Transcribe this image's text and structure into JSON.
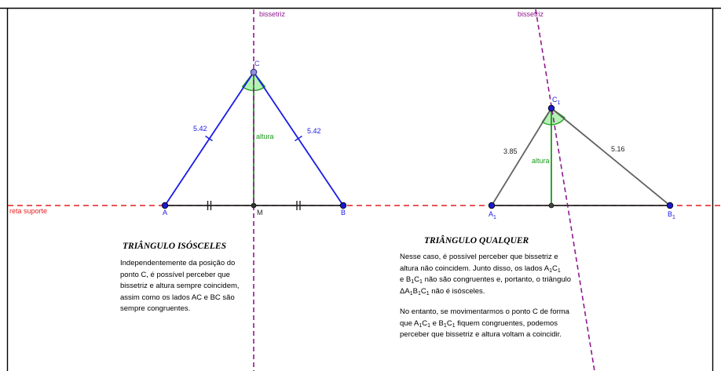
{
  "colors": {
    "bisector": "#8e1a8e",
    "support_line": "#e21f1f",
    "isosceles_sides": "#1a1ae6",
    "scalene_sides": "#616161",
    "height": "#1a9a1a",
    "angle_fill": "#a7f0a7",
    "point_blue": "#1a1acc",
    "point_dark": "#444444"
  },
  "labels": {
    "bisector_left": "bissetriz",
    "bisector_right": "bissetriz",
    "support_line": "reta suporte",
    "point_A": "A",
    "point_B": "B",
    "point_C": "C",
    "point_M": "M",
    "point_A1": "A",
    "point_B1": "B",
    "point_C1": "C",
    "subscript_1": "1",
    "height_left": "altura",
    "height_right": "altura",
    "side_AC": "5.42",
    "side_BC": "5.42",
    "side_A1C1": "3.85",
    "side_B1C1": "5.16"
  },
  "isosceles": {
    "title": "TRIÂNGULO ISÓSCELES",
    "lines": [
      "Independentemente da posição do",
      "ponto C, é possível perceber que",
      "bissetriz e altura sempre coincidem,",
      "assim como os lados AC e BC são",
      "sempre congruentes."
    ]
  },
  "scalene": {
    "title": "TRIÂNGULO QUALQUER",
    "p1_l1": "Nesse caso, é possível perceber que bissetriz e",
    "p1_l2a": "altura não coincidem. Junto disso, os lados A",
    "p1_l2b": "C",
    "p1_l3a": "e B",
    "p1_l3b": "C",
    "p1_l3c": " não são congruentes e, portanto, o triângulo",
    "p1_l4a": "ΔA",
    "p1_l4b": "B",
    "p1_l4c": "C",
    "p1_l4d": " não é isósceles.",
    "p2_l1": "No entanto, se movimentarmos o ponto C de forma",
    "p2_l2a": "que A",
    "p2_l2b": "C",
    "p2_l2c": " e B",
    "p2_l2d": "C",
    "p2_l2e": " fiquem congruentes, podemos",
    "p2_l3": "perceber que bissetriz e altura voltam a coincidir.",
    "sub": "1"
  }
}
